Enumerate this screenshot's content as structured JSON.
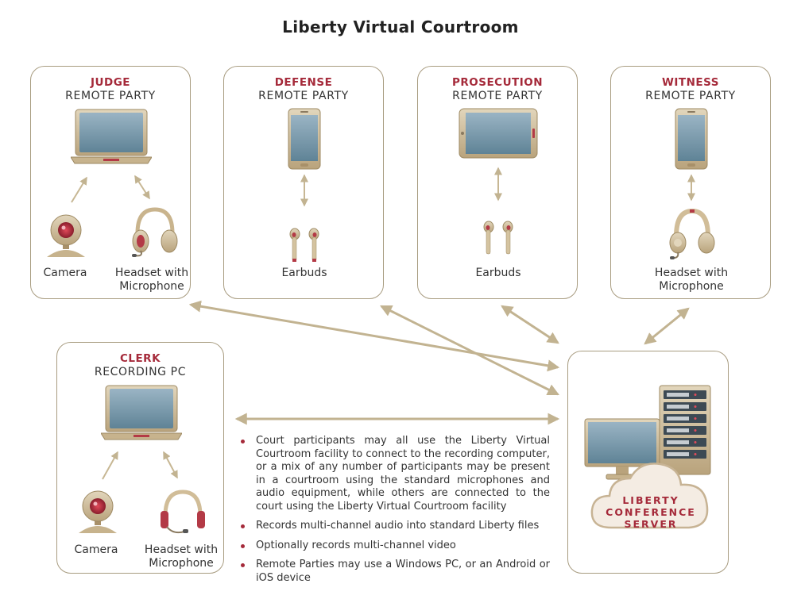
{
  "title": "Liberty Virtual Courtroom",
  "judge": {
    "role": "JUDGE",
    "subtitle": "REMOTE PARTY",
    "camera_label": "Camera",
    "headset_label_1": "Headset with",
    "headset_label_2": "Microphone"
  },
  "defense": {
    "role": "DEFENSE",
    "subtitle": "REMOTE PARTY",
    "earbuds_label": "Earbuds"
  },
  "prosecution": {
    "role": "PROSECUTION",
    "subtitle": "REMOTE PARTY",
    "earbuds_label": "Earbuds"
  },
  "witness": {
    "role": "WITNESS",
    "subtitle": "REMOTE PARTY",
    "headset_label_1": "Headset with",
    "headset_label_2": "Microphone"
  },
  "clerk": {
    "role": "CLERK",
    "subtitle": "RECORDING PC",
    "camera_label": "Camera",
    "headset_label_1": "Headset with",
    "headset_label_2": "Microphone"
  },
  "server": {
    "line1": "LIBERTY",
    "line2": "CONFERENCE",
    "line3": "SERVER"
  },
  "bullets": [
    "Court participants may all use the Liberty Virtual Courtroom facility to connect to the recording computer, or a mix of any number of participants may be present in a courtroom using the standard microphones and audio equipment, while others are connected to the court using the Liberty Virtual Courtroom facility",
    "Records multi-channel audio into standard Liberty files",
    "Optionally records multi-channel video",
    "Remote Parties may use a Windows PC, or an Android or iOS device"
  ]
}
